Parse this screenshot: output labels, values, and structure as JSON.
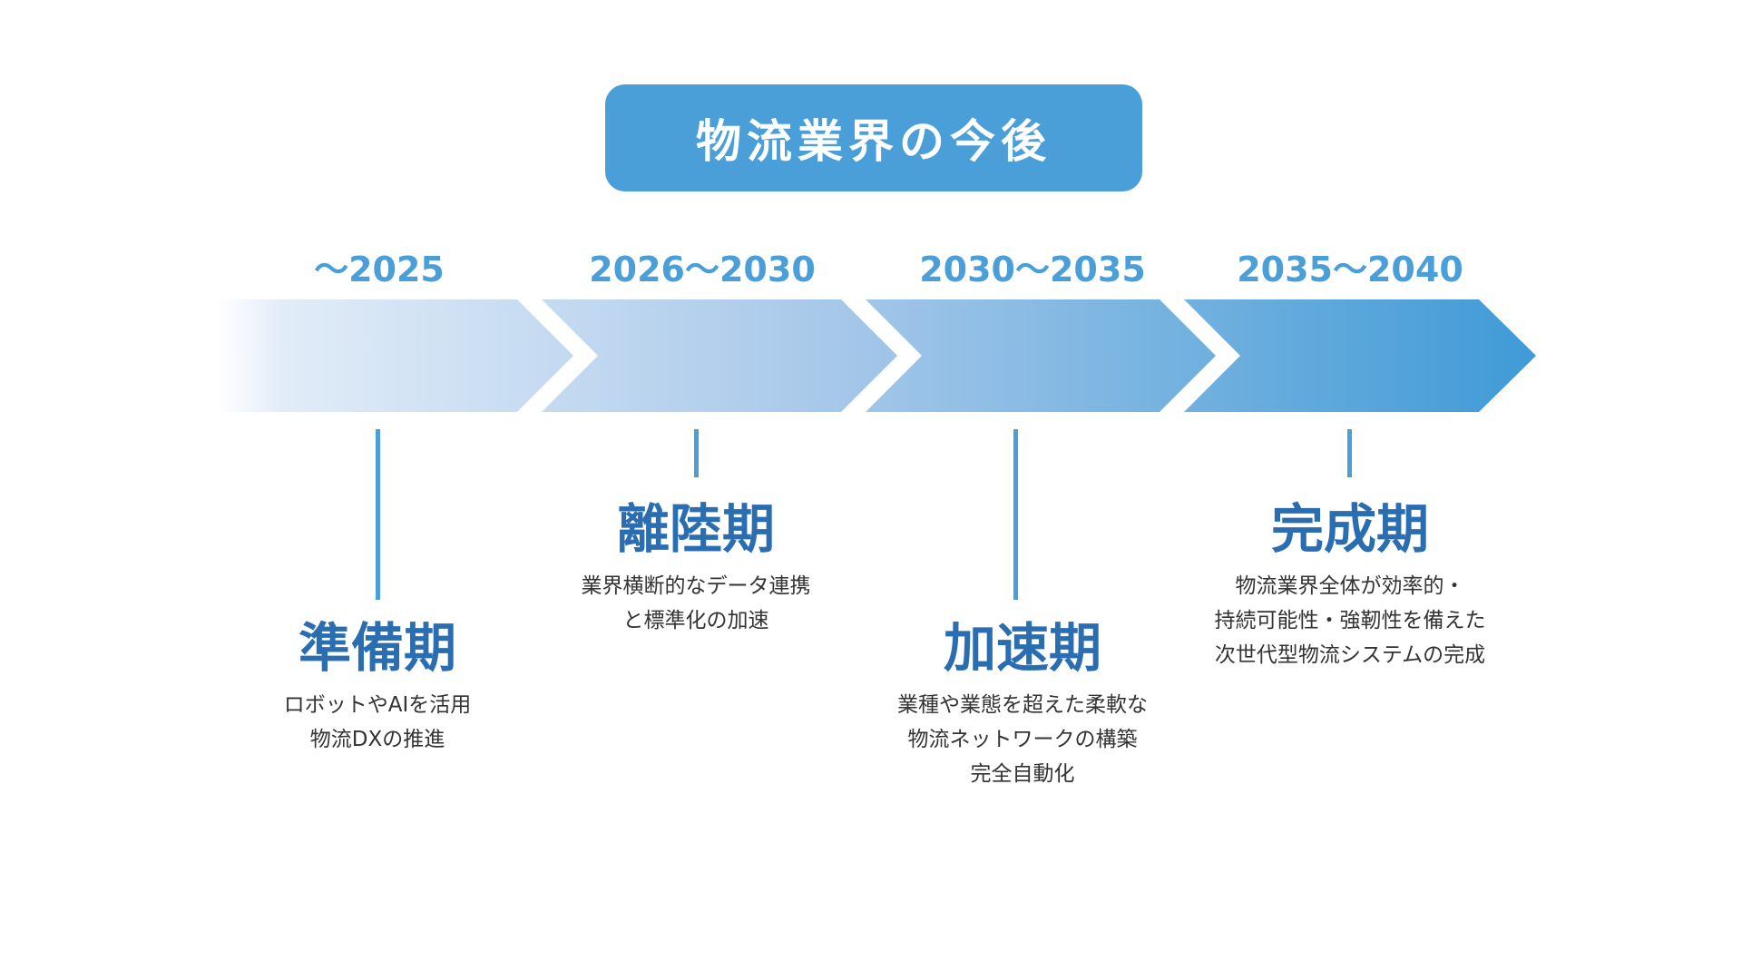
{
  "title": "物流業界の今後",
  "colors": {
    "accent": "#4a9fd8",
    "phase_title": "#2a6db0",
    "arrow_start": "#ffffff",
    "arrow_mid": "#a9c9ea",
    "arrow_end": "#3e9ad6"
  },
  "periods": [
    {
      "year": "〜2025",
      "name": "準備期",
      "desc": [
        "ロボットやAIを活用",
        "物流DXの推進"
      ]
    },
    {
      "year": "2026〜2030",
      "name": "離陸期",
      "desc": [
        "業界横断的なデータ連携",
        "と標準化の加速"
      ]
    },
    {
      "year": "2030〜2035",
      "name": "加速期",
      "desc": [
        "業種や業態を超えた柔軟な",
        "物流ネットワークの構築",
        "完全自動化"
      ]
    },
    {
      "year": "2035〜2040",
      "name": "完成期",
      "desc": [
        "物流業界全体が効率的・",
        "持続可能性・強靭性を備えた",
        "次世代型物流システムの完成"
      ]
    }
  ]
}
